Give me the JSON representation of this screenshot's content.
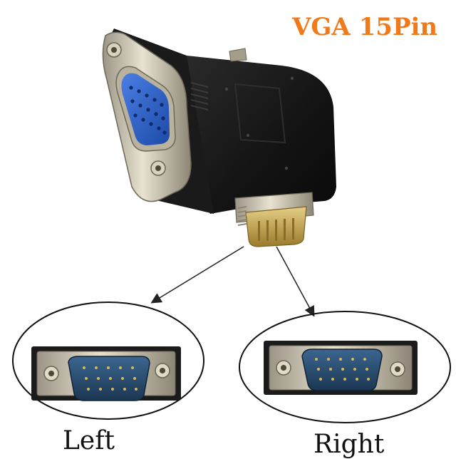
{
  "title": "VGA 15Pin",
  "variants": [
    {
      "label": "Left"
    },
    {
      "label": "Right"
    }
  ],
  "colors": {
    "title": "#f07a1a",
    "body": "#151515",
    "female_socket": "#2f63c9",
    "male_plug": "#24486b",
    "metal": "#cfc7b0",
    "gold": "#c8a64a"
  },
  "icons": {
    "adapter": "vga-adapter-image",
    "female_port": "vga-female-port-icon",
    "male_port": "vga-male-port-icon",
    "arrow": "arrow-icon"
  }
}
